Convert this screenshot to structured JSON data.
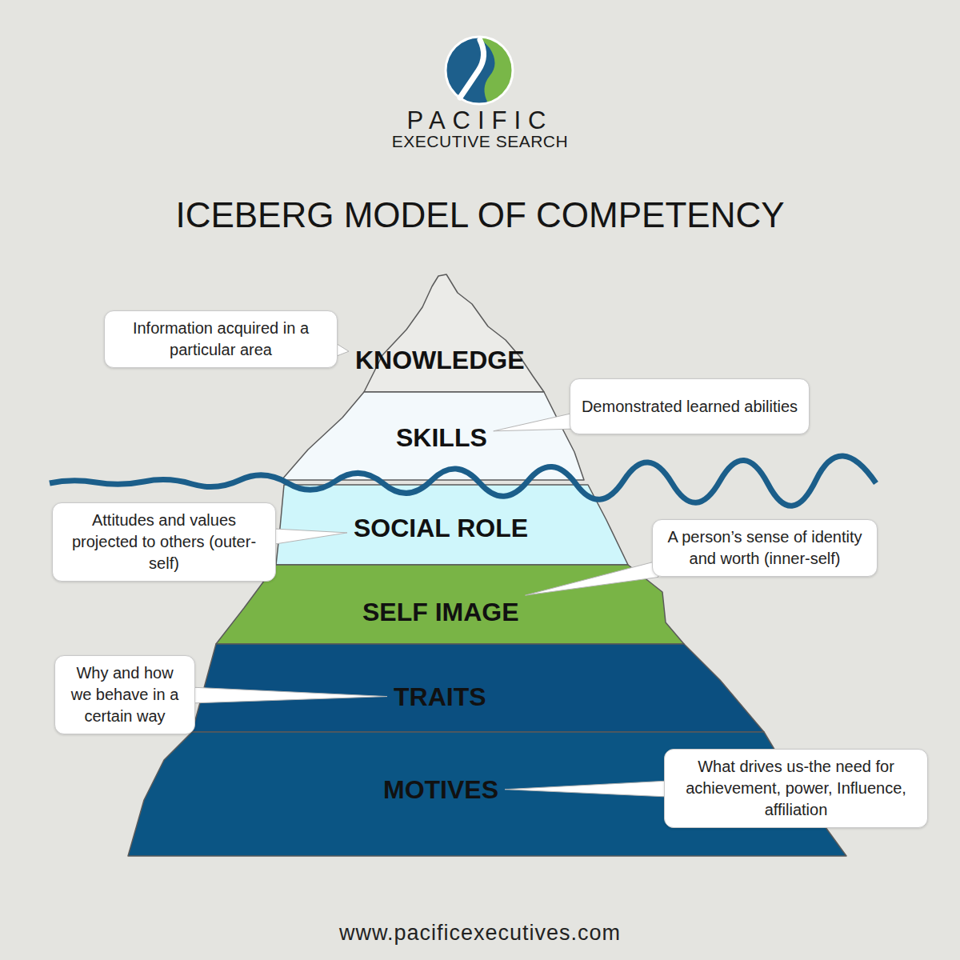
{
  "diagram": {
    "title": "ICEBERG MODEL OF COMPETENCY",
    "nodes": [
      {
        "text": [
          "Information acquired in a particular area"
        ]
      },
      {
        "text": [
          "KNOWLEDGE"
        ]
      },
      {
        "text": [
          "SKILLS"
        ]
      },
      {
        "text": [
          "Demonstrated learned abilities"
        ]
      },
      {
        "text": [
          "Attitudes and values projected to others (outer-self)"
        ]
      },
      {
        "text": [
          "SOCIAL ROLE"
        ]
      },
      {
        "text": [
          "A person’s sense of identity and worth (inner-self)"
        ]
      },
      {
        "text": [
          "SELF IMAGE"
        ]
      },
      {
        "text": [
          "Why and how we behave in a certain way"
        ]
      },
      {
        "text": [
          "TRAITS"
        ]
      },
      {
        "text": [
          "MOTIVES"
        ]
      },
      {
        "text": [
          "What drives us-the need for achievement, power, Influence, affiliation"
        ]
      }
    ],
    "edges": [
      {
        "from": 0,
        "to": 1,
        "arrow": "none"
      },
      {
        "from": 3,
        "to": 2,
        "arrow": "none"
      },
      {
        "from": 4,
        "to": 5,
        "arrow": "none"
      },
      {
        "from": 6,
        "to": 7,
        "arrow": "none"
      },
      {
        "from": 8,
        "to": 9,
        "arrow": "none"
      },
      {
        "from": 11,
        "to": 10,
        "arrow": "none"
      }
    ],
    "labels": [
      "PACIFIC",
      "EXECUTIVE SEARCH",
      "www.pacificexecutives.com"
    ]
  }
}
